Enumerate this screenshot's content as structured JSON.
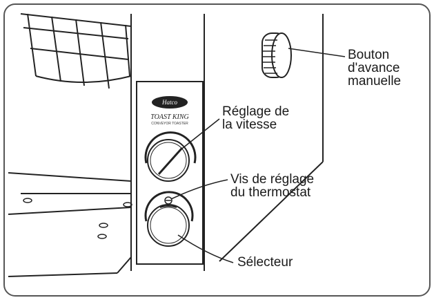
{
  "callouts": {
    "manual_advance": {
      "line1": "Bouton",
      "line2": "d'avance",
      "line3": "manuelle"
    },
    "speed": {
      "line1": "Réglage de",
      "line2": "la vitesse"
    },
    "thermostat_screw": {
      "line1": "Vis de réglage",
      "line2": "du thermostat"
    },
    "selector": {
      "line1": "Sélecteur"
    }
  },
  "panel": {
    "brand": "Hatco",
    "model": "TOAST KING",
    "subtitle": "CONVEYOR TOASTER"
  },
  "colors": {
    "line": "#222222",
    "frame": "#555555",
    "background": "#ffffff"
  },
  "icons": [
    "knurled-knob-icon",
    "speed-dial-icon",
    "selector-dial-icon",
    "thermostat-screw-icon"
  ]
}
